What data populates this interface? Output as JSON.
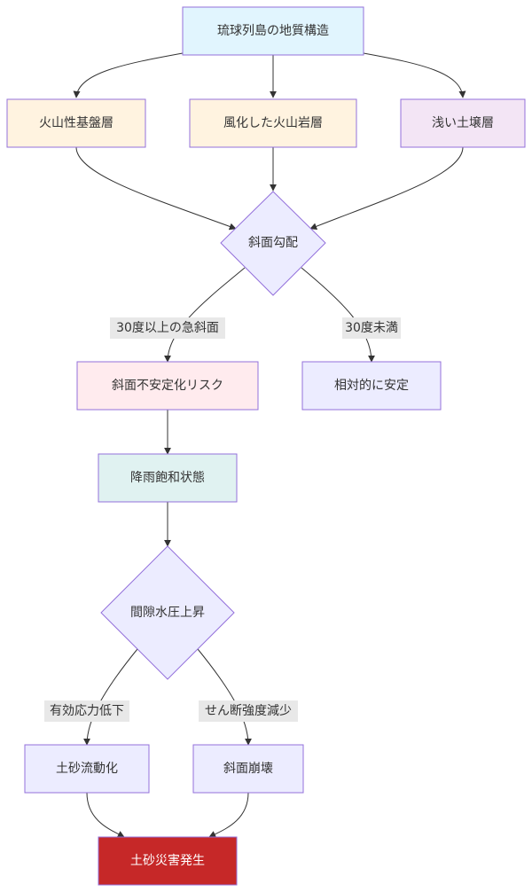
{
  "colors": {
    "accent_border": "#9370db",
    "default_fill": "#ececff",
    "root_fill": "#e1f5fe",
    "bedrock_fill": "#fff3e0",
    "soil_fill": "#f3e5f5",
    "risk_fill": "#ffebee",
    "rain_fill": "#e0f2f1",
    "disaster_fill": "#c62828",
    "disaster_text": "#ffffff",
    "text": "#333333",
    "edge": "#333333",
    "edge_label_bg": "#e8e8e8"
  },
  "nodes": {
    "root": "琉球列島の地質構造",
    "volcanic_base": "火山性基盤層",
    "weathered_rock": "風化した火山岩層",
    "shallow_soil": "浅い土壌層",
    "slope": "斜面勾配",
    "instability_risk": "斜面不安定化リスク",
    "stable": "相対的に安定",
    "rain_saturation": "降雨飽和状態",
    "pore_pressure": "間隙水圧上昇",
    "debris_flow": "土砂流動化",
    "slope_failure": "斜面崩壊",
    "disaster": "土砂災害発生"
  },
  "edge_labels": {
    "steep": "30度以上の急斜面",
    "gentle": "30度未満",
    "effective_stress": "有効応力低下",
    "shear_strength": "せん断強度減少"
  }
}
